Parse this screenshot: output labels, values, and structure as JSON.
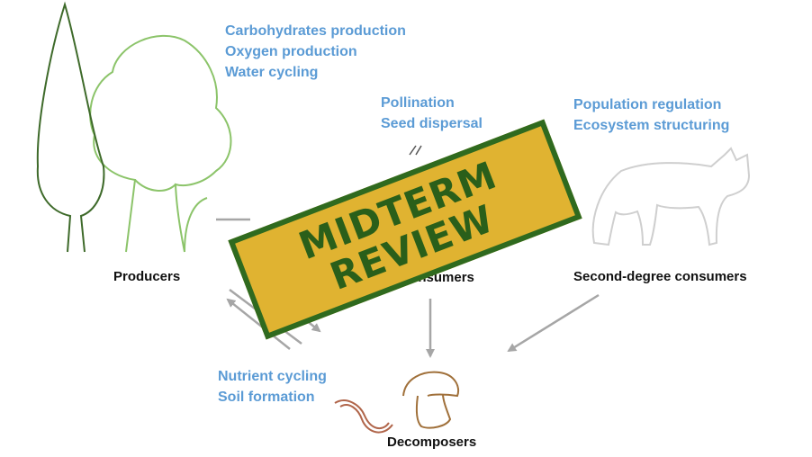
{
  "producers": {
    "label": "Producers",
    "services": [
      "Carbohydrates production",
      "Oxygen production",
      "Water cycling"
    ]
  },
  "first_consumers": {
    "label": "First-degree consumers",
    "services": [
      "Pollination",
      "Seed dispersal"
    ]
  },
  "second_consumers": {
    "label": "Second-degree consumers",
    "services": [
      "Population regulation",
      "Ecosystem structuring"
    ]
  },
  "decomposers": {
    "label": "Decomposers",
    "services": [
      "Nutrient cycling",
      "Soil formation"
    ]
  },
  "stamp": {
    "line1": "MIDTERM",
    "line2": "REVIEW"
  },
  "colors": {
    "service_text": "#5b9bd5",
    "arrow": "#a6a6a6",
    "tree_dark": "#3e6a2a",
    "tree_light": "#8cc46a",
    "stamp_fill": "#e0b331",
    "stamp_border": "#2f6a1f",
    "fungi": "#a0703a"
  }
}
